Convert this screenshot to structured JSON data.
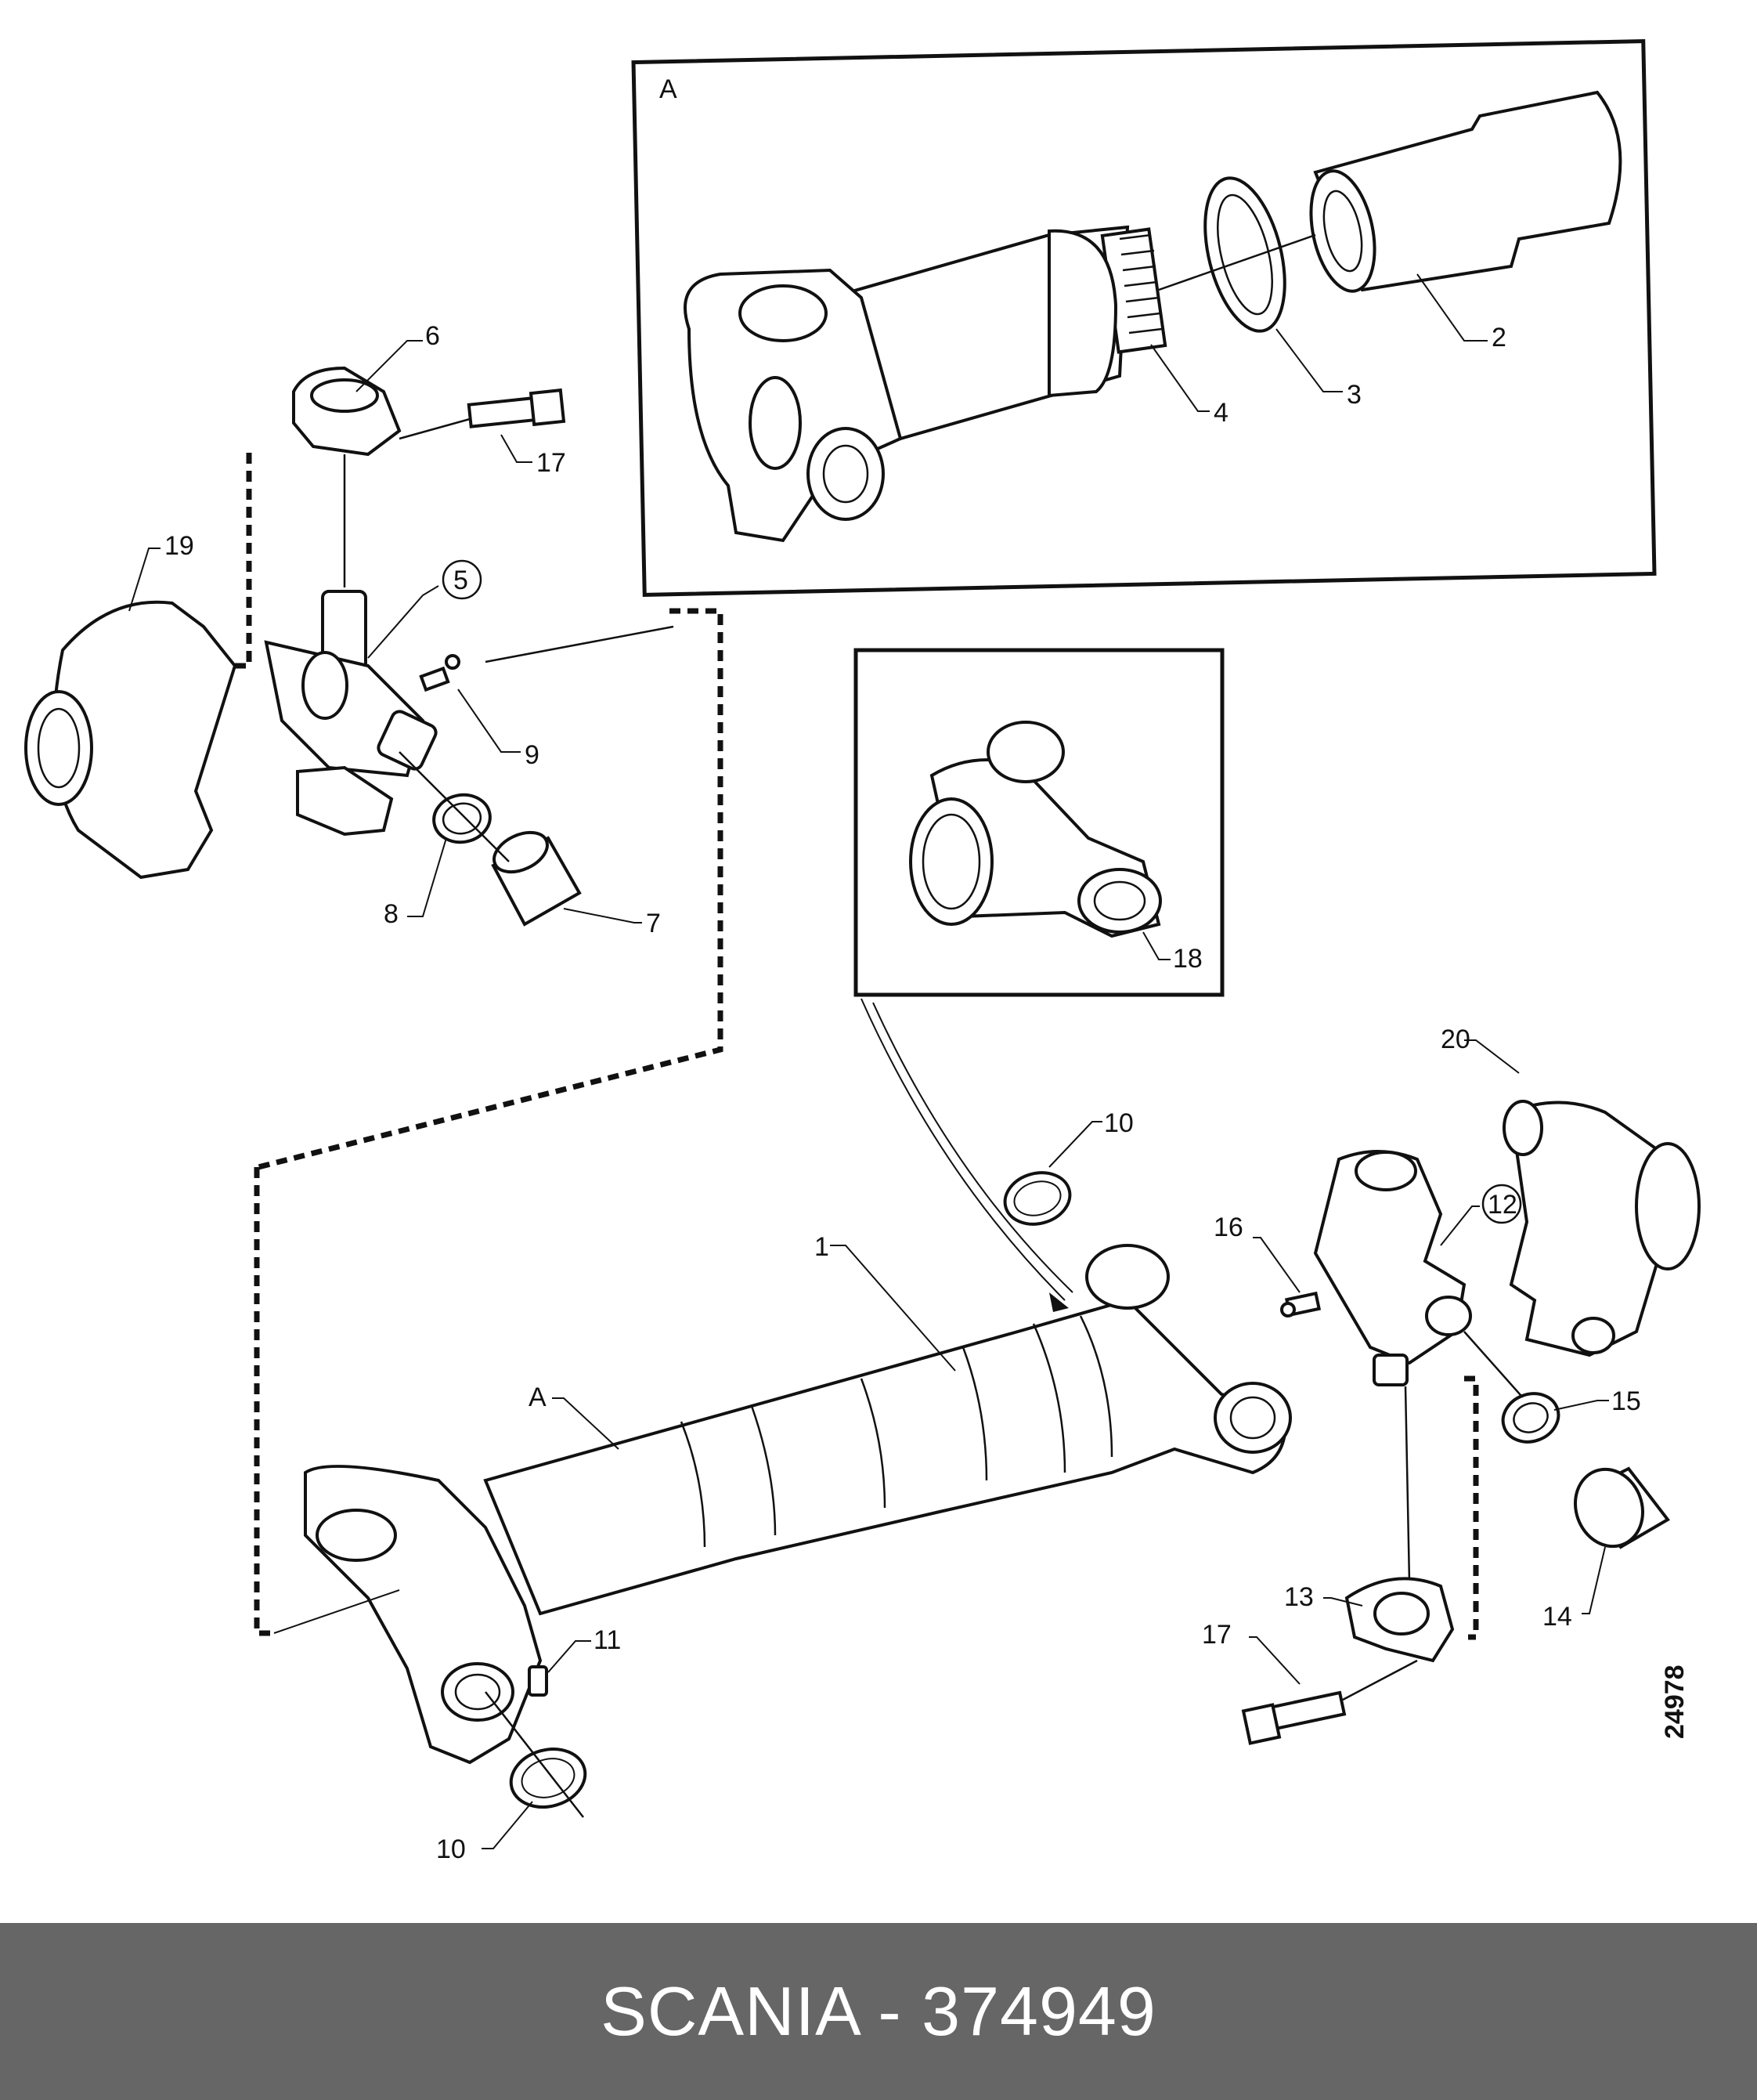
{
  "figure_code": "24978",
  "inset_label": "A",
  "shaft_label": "A",
  "footer": {
    "brand_text": "SCANIA - 374949"
  },
  "labels": {
    "p1": "1",
    "p2": "2",
    "p3": "3",
    "p4": "4",
    "p5": "5",
    "p6": "6",
    "p7": "7",
    "p8": "8",
    "p9": "9",
    "p10a": "10",
    "p10b": "10",
    "p11": "11",
    "p12": "12",
    "p13": "13",
    "p14": "14",
    "p15": "15",
    "p16": "16",
    "p17a": "17",
    "p17b": "17",
    "p18": "18",
    "p19": "19",
    "p20": "20"
  },
  "colors": {
    "footer_bg": "#666666",
    "footer_text": "#ffffff",
    "line": "#111111"
  }
}
